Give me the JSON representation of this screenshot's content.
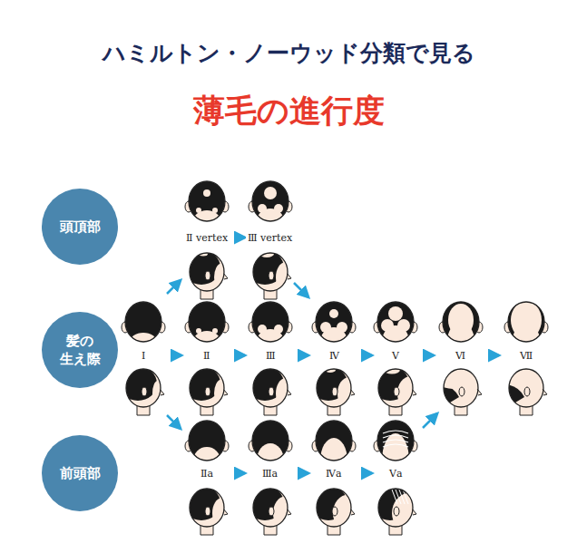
{
  "diagram": {
    "title": "ハミルトン・ノーウッド分類で見る",
    "nodes": [
      {
        "text": [
          "頭頂部"
        ]
      },
      {
        "text": [
          "髪の 生え際"
        ]
      },
      {
        "text": [
          "前頭部"
        ]
      }
    ],
    "labels": [
      "薄毛の進行度",
      "Ⅱ vertex",
      "Ⅲ vertex",
      "Ⅰ",
      "Ⅱ",
      "Ⅲ",
      "Ⅳ",
      "Ⅴ",
      "Ⅵ",
      "Ⅶ",
      "Ⅱa",
      "Ⅲa",
      "Ⅳa",
      "Ⅴa"
    ]
  }
}
